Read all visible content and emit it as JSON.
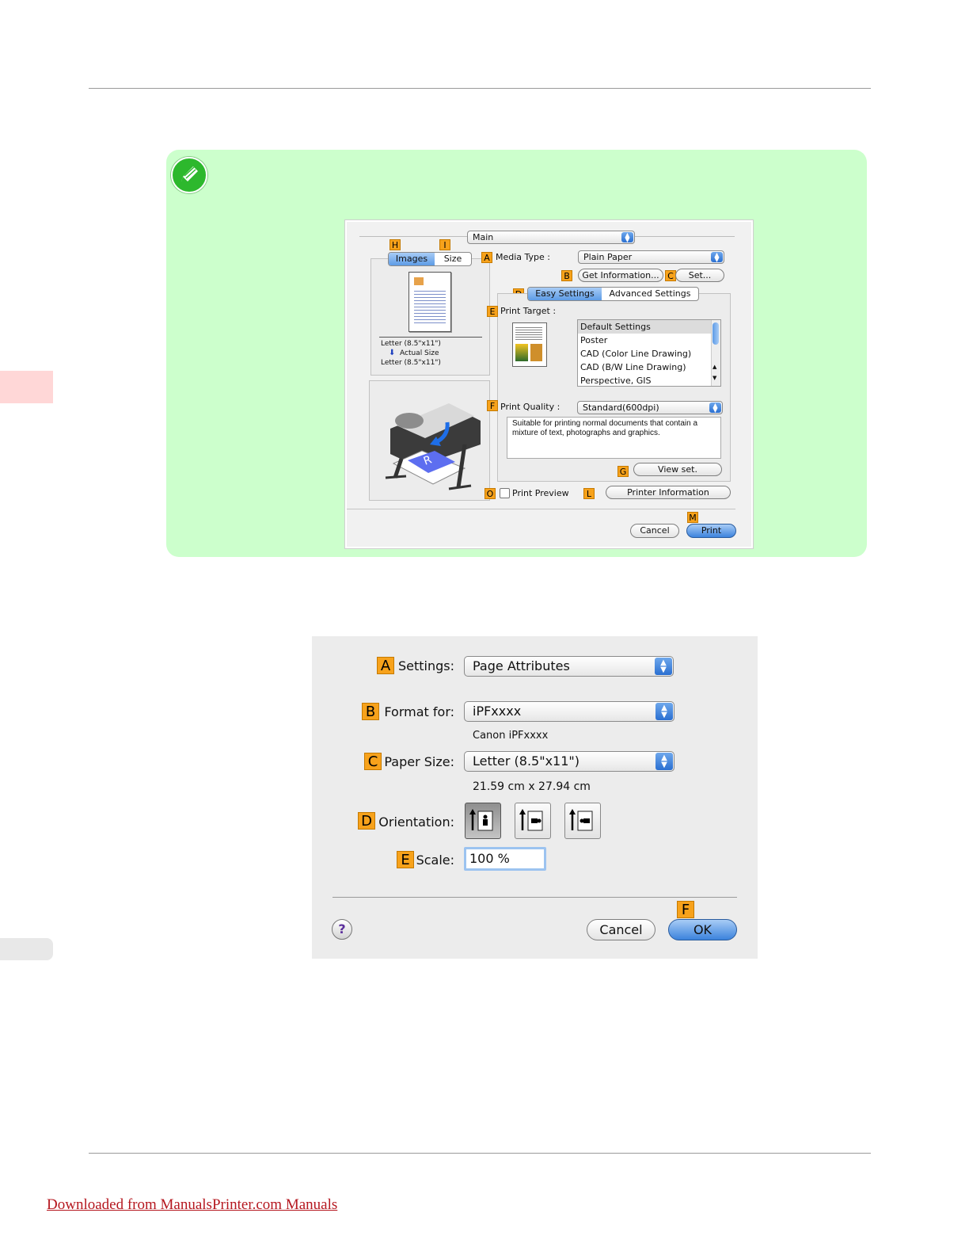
{
  "colors": {
    "note_bg": "#ccffcc",
    "side_tab": "#ffd7d7",
    "side_tab_2": "#e8e8e8",
    "badge": "#f7a21b",
    "link": "#b5171f"
  },
  "dialog_main": {
    "menu": "Main",
    "tabs": [
      "Images",
      "Size"
    ],
    "tab_badges": [
      "H",
      "I"
    ],
    "media_type": {
      "badge": "A",
      "label": "Media Type :",
      "value": "Plain Paper"
    },
    "get_info": {
      "badge": "B",
      "label": "Get Information..."
    },
    "set": {
      "badge": "C",
      "label": "Set..."
    },
    "settings_tabs": {
      "badge": "D",
      "items": [
        "Easy Settings",
        "Advanced Settings"
      ]
    },
    "print_target": {
      "badge": "E",
      "label": "Print Target :",
      "items": [
        "Default Settings",
        "Poster",
        "CAD (Color Line Drawing)",
        "CAD (B/W Line Drawing)",
        "Perspective, GIS"
      ]
    },
    "preview_lines": [
      "Letter (8.5\"x11\")",
      "Actual Size",
      "Letter (8.5\"x11\")"
    ],
    "print_quality": {
      "badge": "F",
      "label": "Print Quality :",
      "value": "Standard(600dpi)"
    },
    "description": "Suitable for printing normal documents that contain a mixture of text, photographs and graphics.",
    "view_set": {
      "badge": "G",
      "label": "View set."
    },
    "print_preview": {
      "badge": "O",
      "label": "Print Preview"
    },
    "printer_info": {
      "badge": "L",
      "label": "Printer Information"
    },
    "cancel": "Cancel",
    "print": {
      "badge": "M",
      "label": "Print"
    }
  },
  "dialog_page": {
    "settings": {
      "badge": "A",
      "label": "Settings:",
      "value": "Page Attributes"
    },
    "format_for": {
      "badge": "B",
      "label": "Format for:",
      "value": "iPFxxxx",
      "sub": "Canon iPFxxxx"
    },
    "paper_size": {
      "badge": "C",
      "label": "Paper Size:",
      "value": "Letter (8.5\"x11\")",
      "sub": "21.59 cm x 27.94 cm"
    },
    "orientation": {
      "badge": "D",
      "label": "Orientation:",
      "options": [
        "portrait",
        "landscape-left",
        "landscape-right"
      ],
      "selected": "portrait"
    },
    "scale": {
      "badge": "E",
      "label": "Scale:",
      "value": "100 %"
    },
    "help_icon": "?",
    "cancel": "Cancel",
    "ok": {
      "badge": "F",
      "label": "OK"
    }
  },
  "footer": {
    "link": "Downloaded from ManualsPrinter.com Manuals"
  }
}
